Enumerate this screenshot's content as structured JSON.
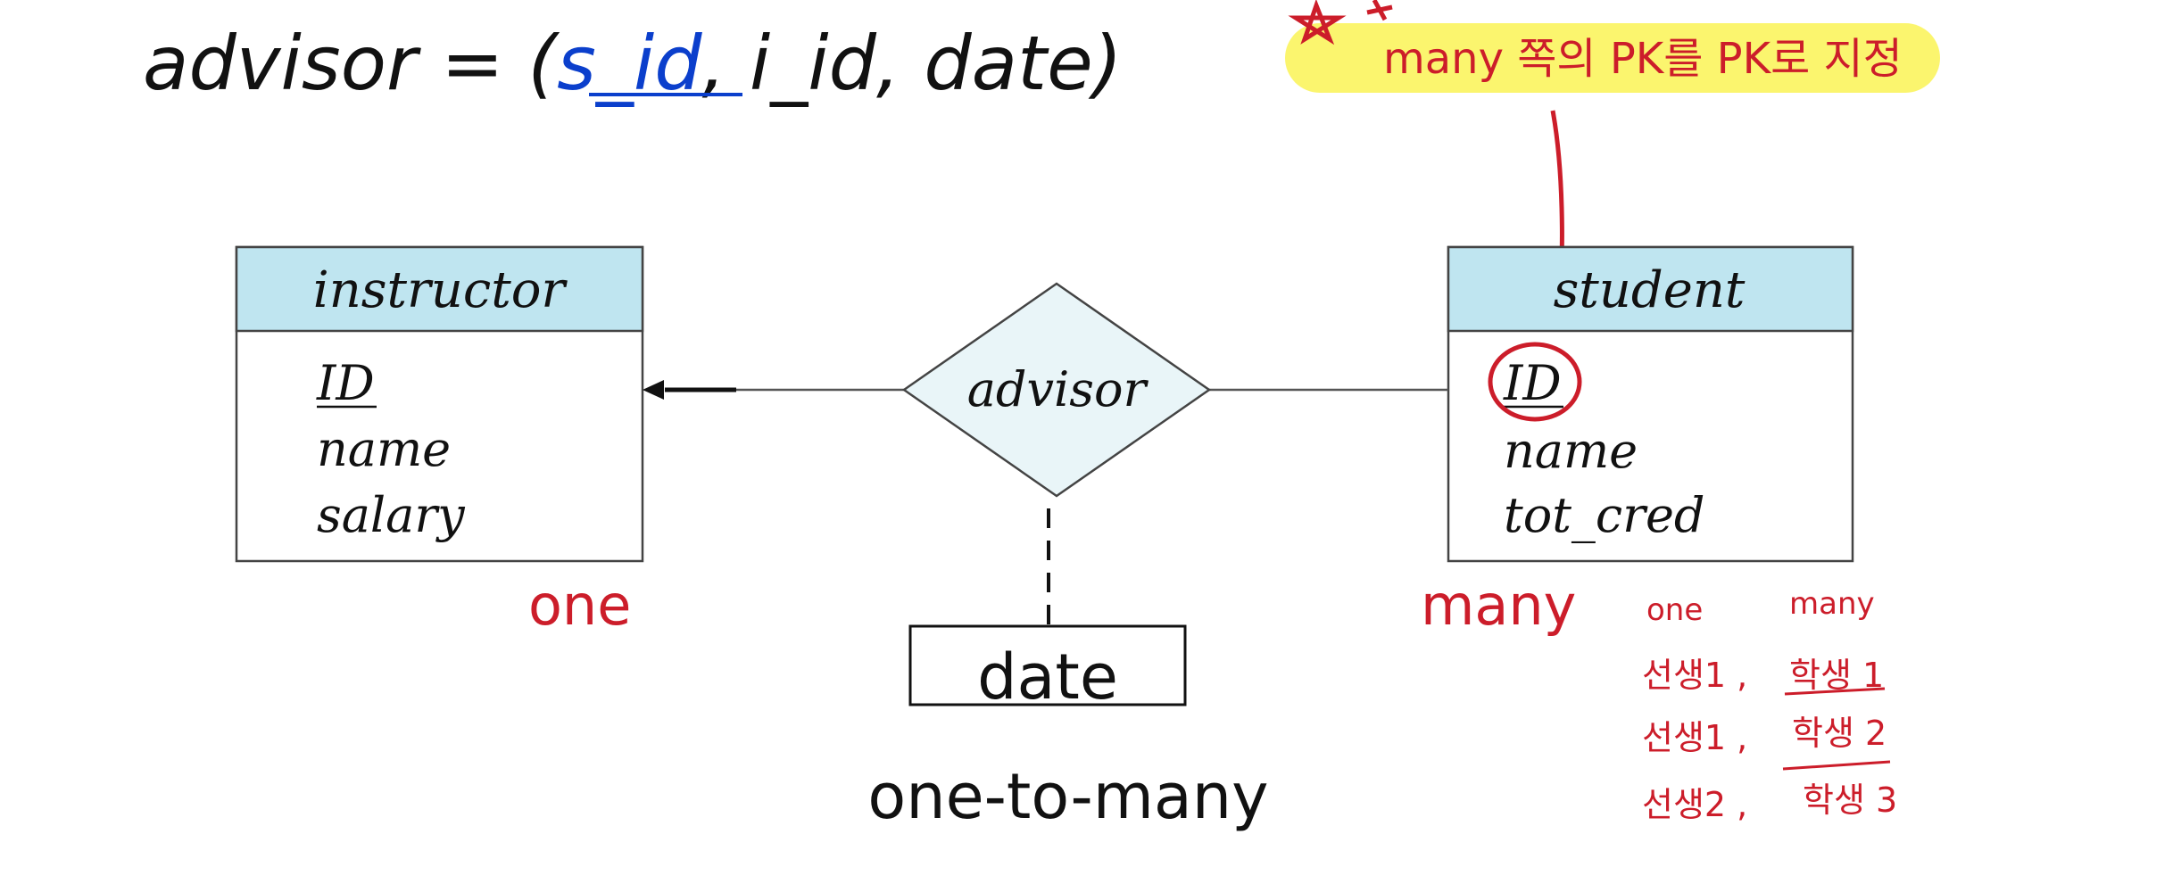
{
  "formula": {
    "relation": "advisor",
    "equals": " = (",
    "pk_attr": "s_id",
    "rest": ", i_id, date",
    "close": ")"
  },
  "entities": {
    "instructor": {
      "title": "instructor",
      "attrs": [
        "ID",
        "name",
        "salary"
      ]
    },
    "student": {
      "title": "student",
      "attrs": [
        "ID",
        "name",
        "tot_cred"
      ]
    }
  },
  "relationship": {
    "name": "advisor",
    "attribute": "date"
  },
  "caption": "one-to-many",
  "annotations": {
    "note": "many 쪽의 PK를  PK로 지정",
    "one_label": "one",
    "many_label": "many",
    "table": {
      "header": [
        "one",
        "many"
      ],
      "rows": [
        [
          "선생1 ,",
          "학생 1"
        ],
        [
          "선생1 ,",
          "학생 2"
        ],
        [
          "선생2 ,",
          "학생 3"
        ]
      ]
    }
  },
  "colors": {
    "entity_header": "#bfe5f0",
    "diamond_fill": "#e9f5f8",
    "highlight": "#fbf56e",
    "annotation": "#cc1d2a",
    "pk_link": "#0b3fcc"
  }
}
